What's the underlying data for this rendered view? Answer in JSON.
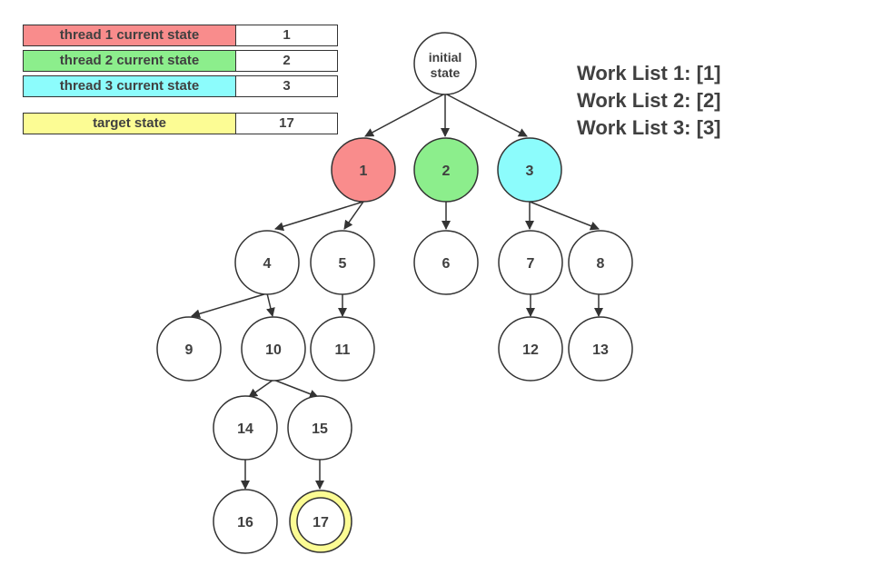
{
  "legend": {
    "rows": [
      {
        "label": "thread 1 current state",
        "value": "1",
        "color": "#f98c8c"
      },
      {
        "label": "thread 2 current state",
        "value": "2",
        "color": "#8cee8c"
      },
      {
        "label": "thread 3 current state",
        "value": "3",
        "color": "#8cfcfc"
      }
    ],
    "target": {
      "label": "target state",
      "value": "17",
      "color": "#fcfc94"
    }
  },
  "work_lists": [
    "Work List 1: [1]",
    "Work List 2: [2]",
    "Work List 3: [3]"
  ],
  "tree": {
    "root": {
      "label_line1": "initial",
      "label_line2": "state"
    },
    "nodes": {
      "n1": {
        "label": "1",
        "fill": "#f98c8c"
      },
      "n2": {
        "label": "2",
        "fill": "#8cee8c"
      },
      "n3": {
        "label": "3",
        "fill": "#8cfcfc"
      },
      "n4": {
        "label": "4"
      },
      "n5": {
        "label": "5"
      },
      "n6": {
        "label": "6"
      },
      "n7": {
        "label": "7"
      },
      "n8": {
        "label": "8"
      },
      "n9": {
        "label": "9"
      },
      "n10": {
        "label": "10"
      },
      "n11": {
        "label": "11"
      },
      "n12": {
        "label": "12"
      },
      "n13": {
        "label": "13"
      },
      "n14": {
        "label": "14"
      },
      "n15": {
        "label": "15"
      },
      "n16": {
        "label": "16"
      },
      "n17": {
        "label": "17",
        "ring": "#fcfc94"
      }
    }
  }
}
